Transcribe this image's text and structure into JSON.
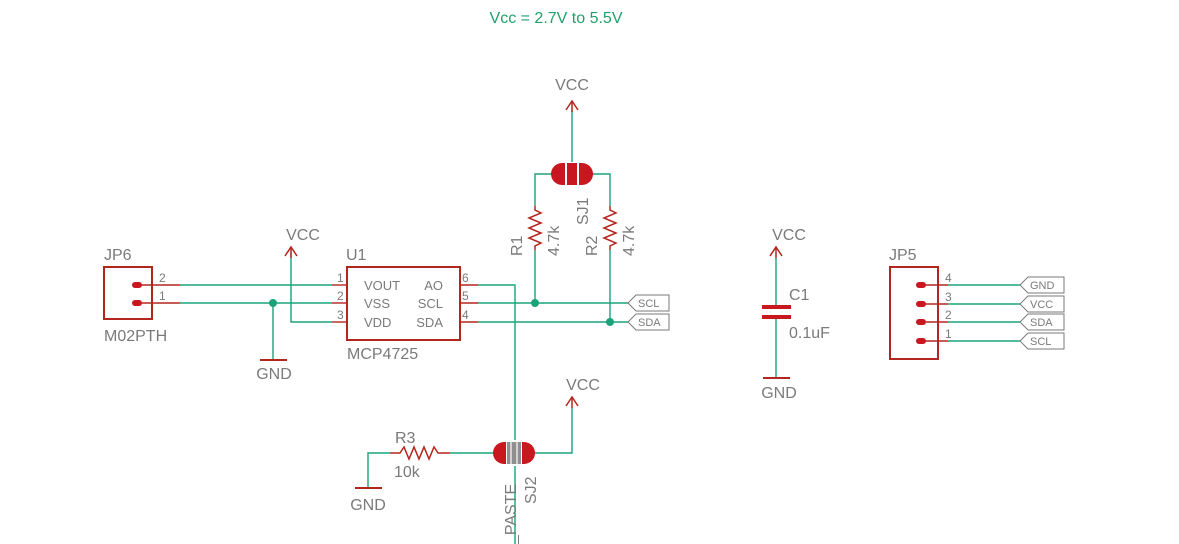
{
  "note": "Vcc = 2.7V to 5.5V",
  "power_labels": {
    "vcc_top": "VCC",
    "vcc_left": "VCC",
    "vcc_cap": "VCC",
    "vcc_sj2": "VCC",
    "gnd_left": "GND",
    "gnd_cap": "GND",
    "gnd_r3": "GND"
  },
  "jp6": {
    "ref": "JP6",
    "value": "M02PTH",
    "pins": [
      "2",
      "1"
    ]
  },
  "u1": {
    "ref": "U1",
    "value": "MCP4725",
    "pin_names": [
      "VOUT",
      "VSS",
      "VDD",
      "AO",
      "SCL",
      "SDA"
    ],
    "pin_numbers": [
      "1",
      "2",
      "3",
      "6",
      "5",
      "4"
    ]
  },
  "r1": {
    "ref": "R1",
    "value": "4.7k"
  },
  "r2": {
    "ref": "R2",
    "value": "4.7k"
  },
  "r3": {
    "ref": "R3",
    "value": "10k"
  },
  "sj1": {
    "ref": "SJ1"
  },
  "sj2": {
    "ref": "SJ2",
    "value_fragment": "_PASTE"
  },
  "c1": {
    "ref": "C1",
    "value": "0.1uF"
  },
  "net_flags": {
    "scl": "SCL",
    "sda": "SDA"
  },
  "jp5": {
    "ref": "JP5",
    "pins": [
      "4",
      "3",
      "2",
      "1"
    ],
    "nets": [
      "GND",
      "VCC",
      "SDA",
      "SCL"
    ]
  }
}
